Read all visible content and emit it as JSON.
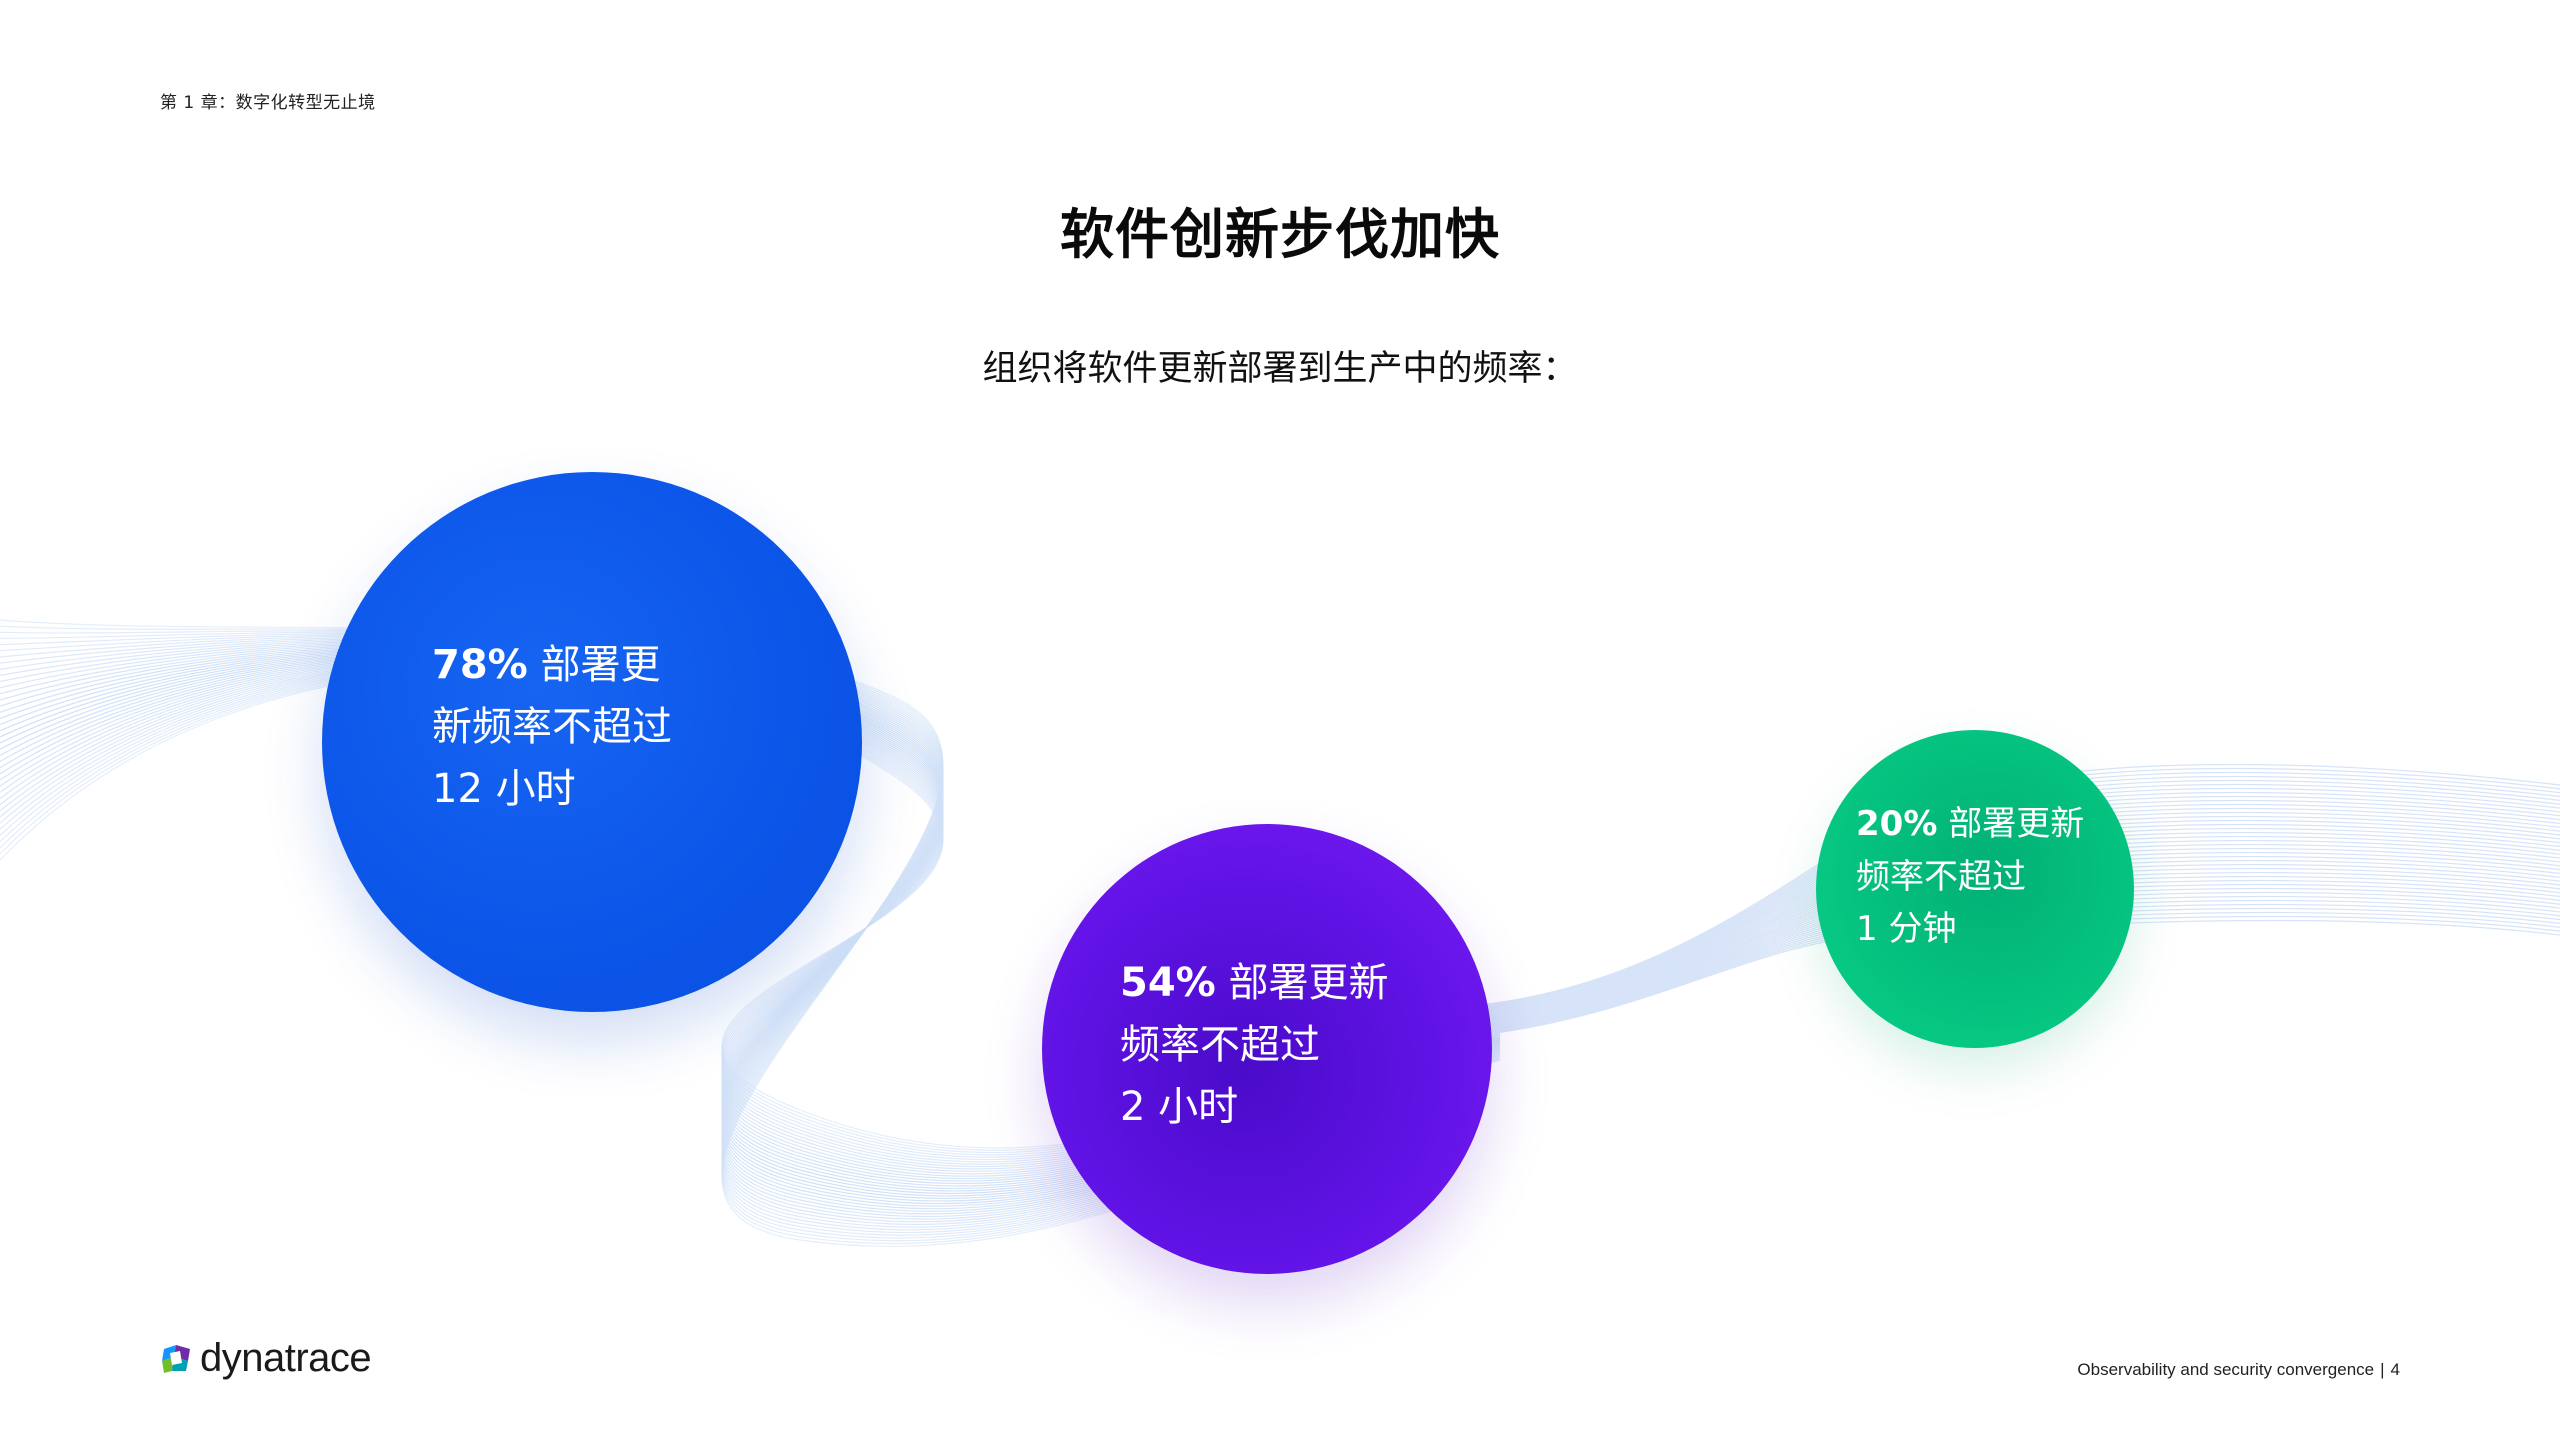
{
  "header": {
    "chapter": "第 1 章：数字化转型无止境"
  },
  "main": {
    "title": "软件创新步伐加快",
    "subtitle": "组织将软件更新部署到生产中的频率："
  },
  "stats": [
    {
      "percent": "78%",
      "line1": "部署更",
      "line2": "新频率不超过",
      "line3": "12 小时",
      "color": "#0b55e8"
    },
    {
      "percent": "54%",
      "line1": "部署更新",
      "line2": "频率不超过",
      "line3": "2 小时",
      "color": "#6113e6"
    },
    {
      "percent": "20%",
      "line1": "部署更新",
      "line2": "频率不超过",
      "line3": "1 分钟",
      "color": "#05c27f"
    }
  ],
  "logo": {
    "wordmark": "dynatrace",
    "icon": "dynatrace-logo-icon"
  },
  "footer": {
    "text": "Observability and security convergence",
    "separator": "|",
    "page_number": "4"
  }
}
